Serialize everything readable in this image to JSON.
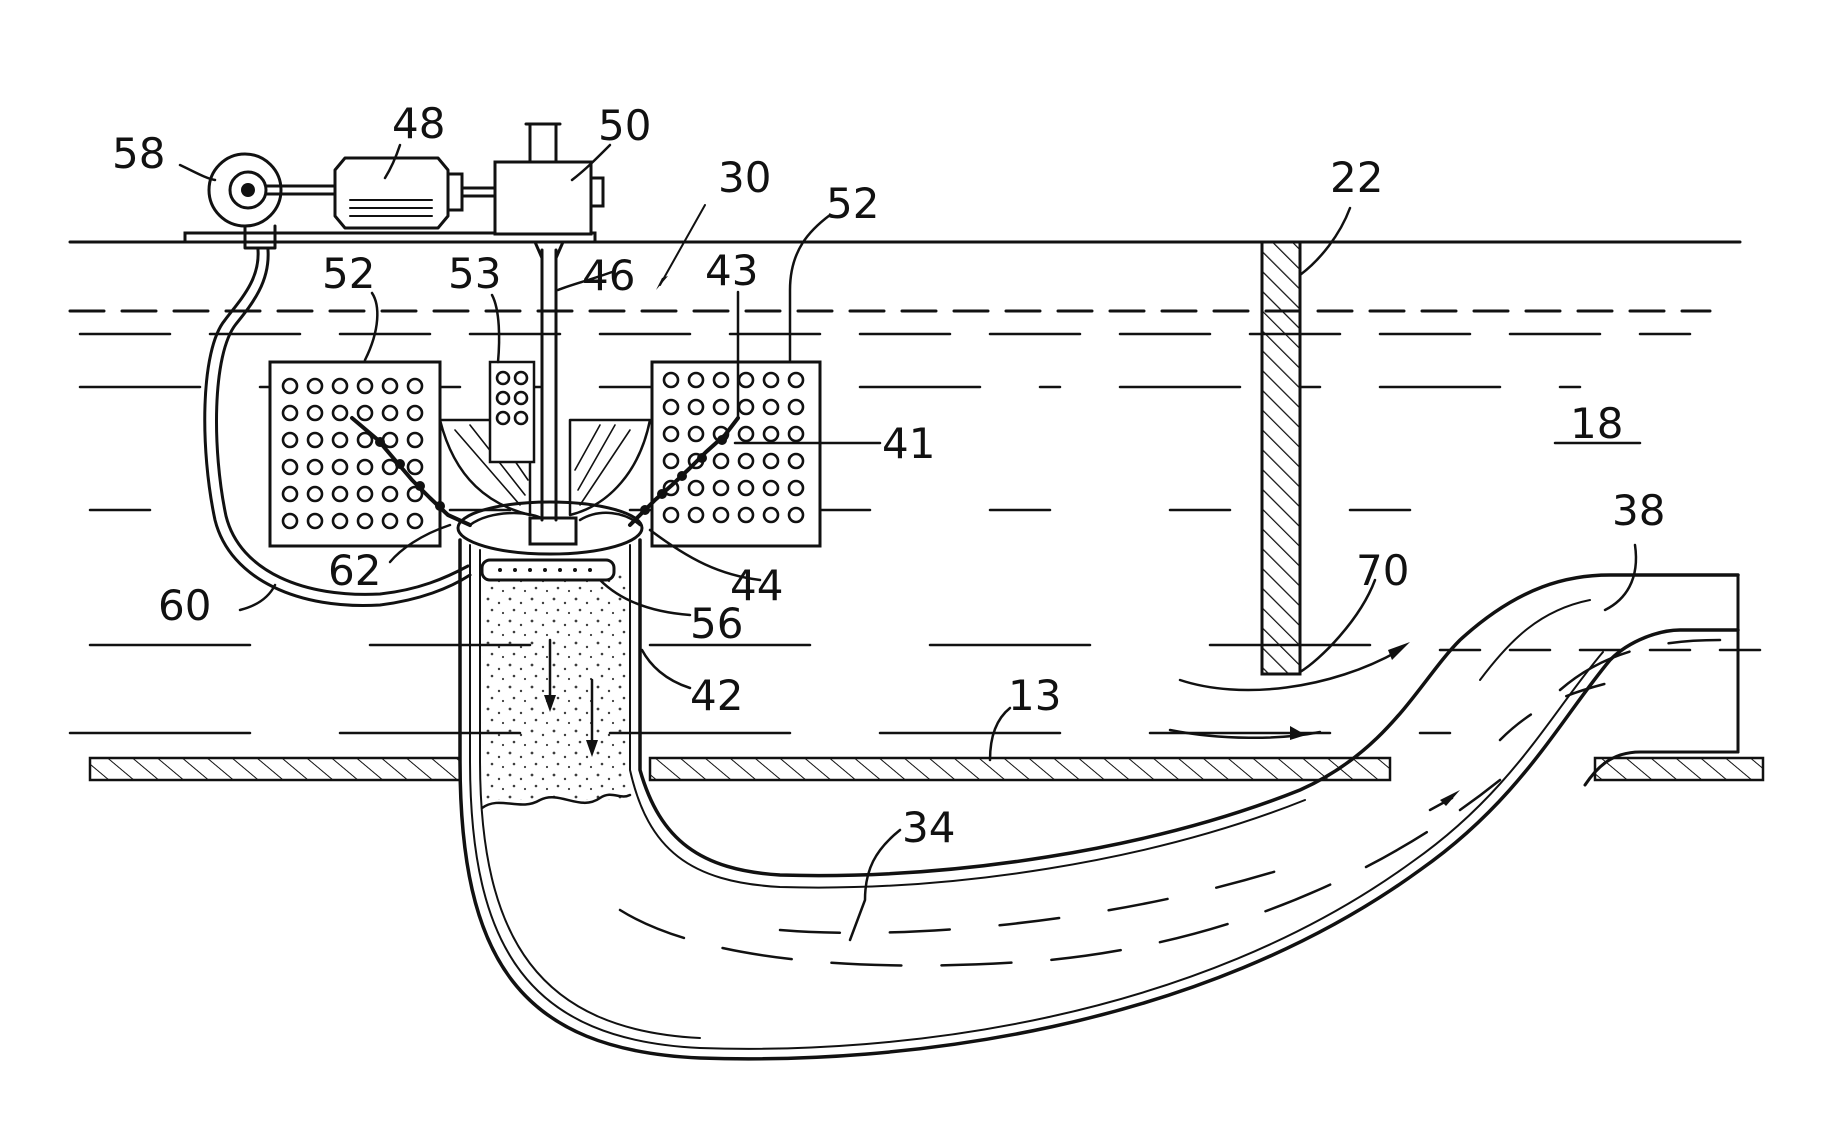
{
  "figure": {
    "labels": {
      "l58": "58",
      "l48": "48",
      "l50": "50",
      "l30": "30",
      "l52a": "52",
      "l52b": "52",
      "l22": "22",
      "l53": "53",
      "l46": "46",
      "l43": "43",
      "l41": "41",
      "l18": "18",
      "l38": "38",
      "l62": "62",
      "l44": "44",
      "l60": "60",
      "l56": "56",
      "l70": "70",
      "l42": "42",
      "l13": "13",
      "l34": "34"
    }
  }
}
